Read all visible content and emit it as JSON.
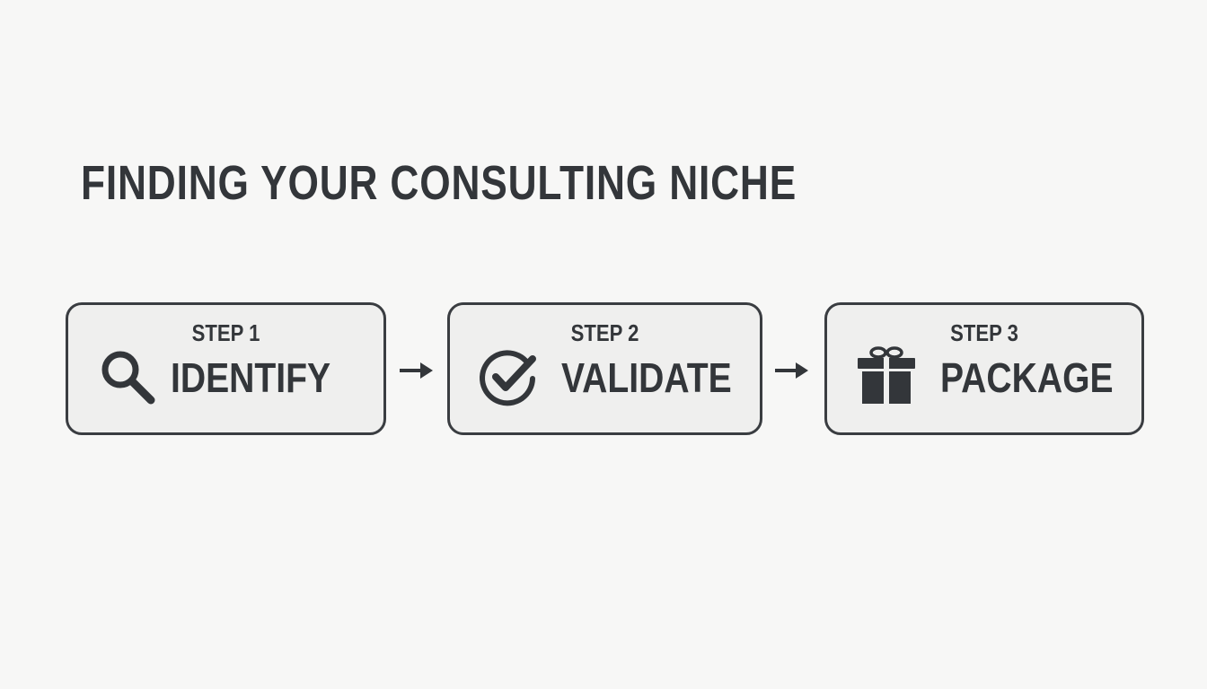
{
  "title": "FINDING YOUR CONSULTING NICHE",
  "steps": [
    {
      "label": "STEP 1",
      "name": "IDENTIFY",
      "icon": "magnifying-glass-icon"
    },
    {
      "label": "STEP 2",
      "name": "VALIDATE",
      "icon": "check-circle-icon"
    },
    {
      "label": "STEP 3",
      "name": "PACKAGE",
      "icon": "gift-icon"
    }
  ],
  "connectors": [
    "arrow-right-icon",
    "arrow-right-icon"
  ],
  "colors": {
    "background": "#f7f7f6",
    "box_fill": "#efefee",
    "ink": "#33363a"
  }
}
